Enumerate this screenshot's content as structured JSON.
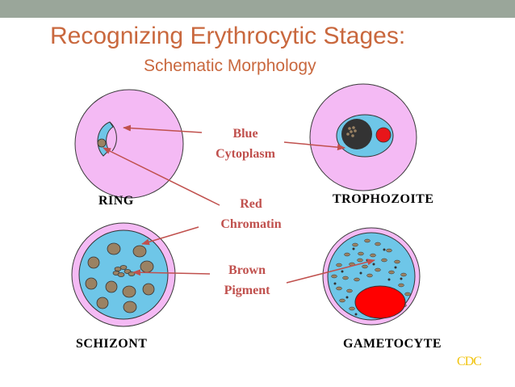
{
  "title": "Recognizing Erythrocytic Stages:",
  "subtitle": "Schematic Morphology",
  "stages": {
    "ring": "RING",
    "trophozoite": "TROPHOZOITE",
    "schizont": "SCHIZONT",
    "gametocyte": "GAMETOCYTE"
  },
  "callouts": {
    "blue_cytoplasm": [
      "Blue",
      "Cytoplasm"
    ],
    "red_chromatin": [
      "Red",
      "Chromatin"
    ],
    "brown_pigment": [
      "Brown",
      "Pigment"
    ]
  },
  "logo": "CDC",
  "colors": {
    "title": "#c9683e",
    "rbc": "#f4baf4",
    "cytoplasm": "#6ec6e8",
    "chromatin": "#e8151a",
    "pigment": "#9a8263",
    "arrow": "#c0504d"
  }
}
